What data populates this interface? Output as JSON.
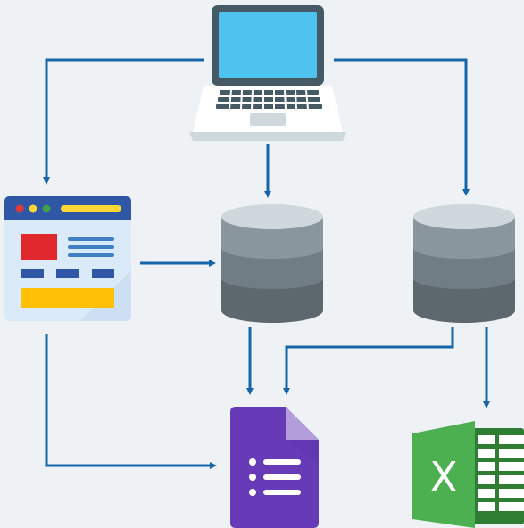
{
  "diagram": {
    "nodes": [
      {
        "id": "laptop",
        "icon": "laptop-icon"
      },
      {
        "id": "web-form",
        "icon": "web-page-form-icon"
      },
      {
        "id": "database-1",
        "icon": "database-icon"
      },
      {
        "id": "database-2",
        "icon": "database-icon"
      },
      {
        "id": "google-forms",
        "icon": "google-forms-icon"
      },
      {
        "id": "excel",
        "icon": "excel-spreadsheet-icon",
        "glyph": "X"
      }
    ],
    "edges": [
      {
        "from": "laptop",
        "to": "web-form"
      },
      {
        "from": "laptop",
        "to": "database-1"
      },
      {
        "from": "laptop",
        "to": "database-2"
      },
      {
        "from": "web-form",
        "to": "database-1"
      },
      {
        "from": "web-form",
        "to": "google-forms"
      },
      {
        "from": "database-1",
        "to": "google-forms"
      },
      {
        "from": "database-2",
        "to": "google-forms"
      },
      {
        "from": "database-2",
        "to": "excel"
      }
    ],
    "colors": {
      "background": "#eef2f5",
      "arrow": "#1565a8",
      "laptop_screen": "#4fc3f0",
      "laptop_body": "#455a64",
      "browser_bar": "#2f57a6",
      "database_top": "#cfd8dc",
      "database_body": "#7d8a93",
      "forms_purple": "#673ab7",
      "excel_green": "#4caf50"
    }
  }
}
